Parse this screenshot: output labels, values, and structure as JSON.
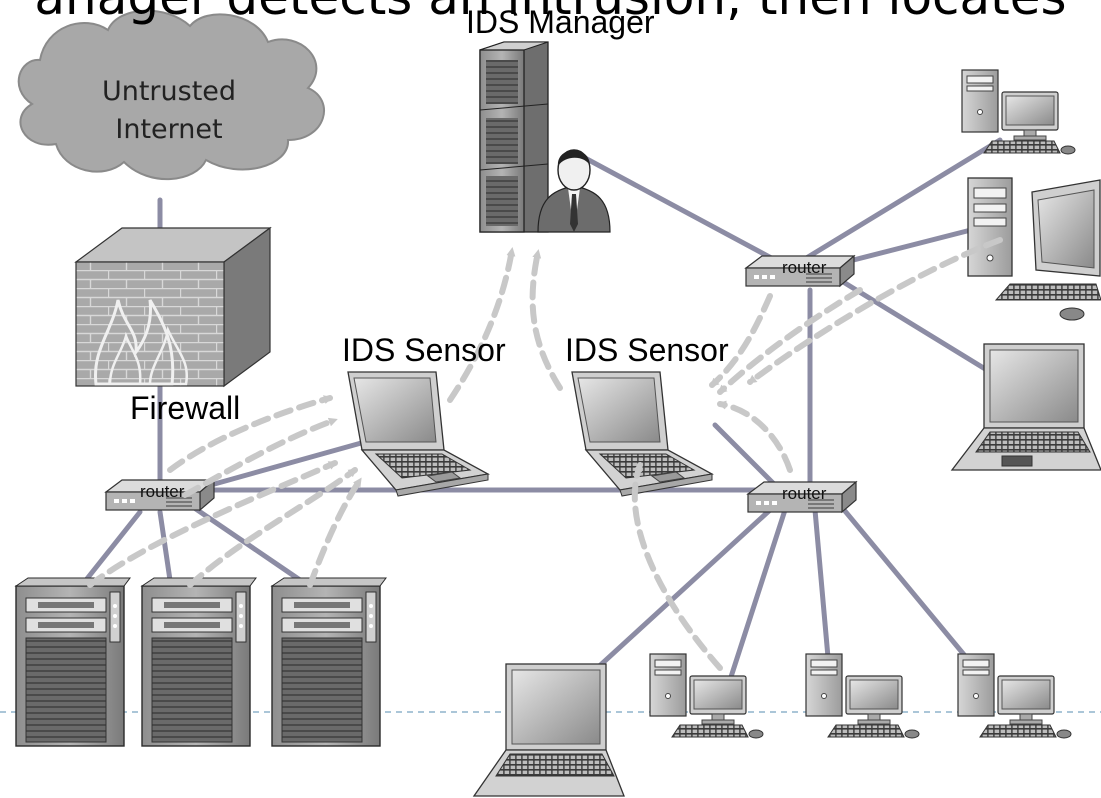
{
  "title_fragment": "anager detects an intrusion, then locates",
  "labels": {
    "ids_manager": "IDS Manager",
    "ids_sensor_left": "IDS Sensor",
    "ids_sensor_right": "IDS Sensor",
    "firewall": "Firewall",
    "cloud_line1": "Untrusted",
    "cloud_line2": "Internet",
    "router_top": "router",
    "router_left": "router",
    "router_right": "router"
  },
  "colors": {
    "link": "#8c8ca4",
    "flow_arrow": "#c8c8c8",
    "cloud": "#a8a8a8",
    "device": "#9a9a9a",
    "dashed_rule": "#8fb3cc"
  }
}
